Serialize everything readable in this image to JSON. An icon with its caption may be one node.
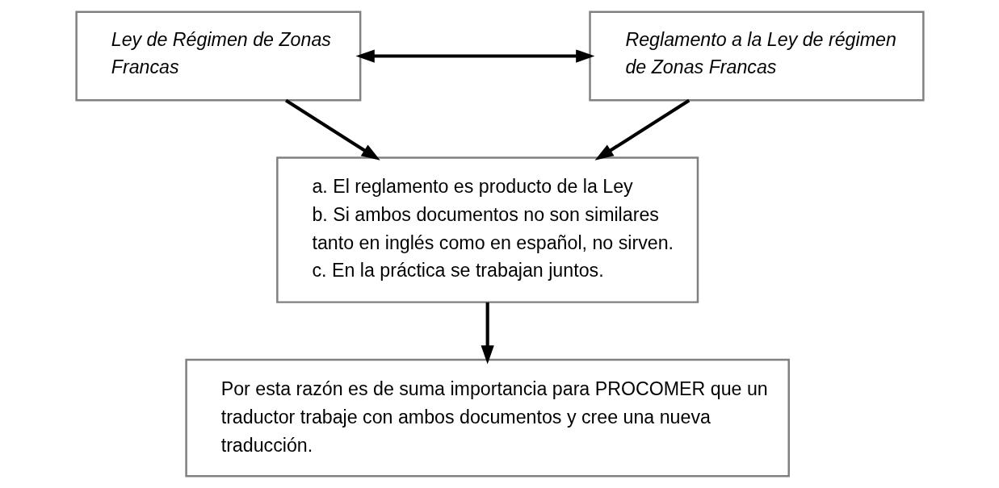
{
  "diagram": {
    "nodes": [
      {
        "text": [
          "Ley de Régimen de Zonas Francas"
        ]
      },
      {
        "text": [
          "Reglamento a la Ley de régimen de Zonas Francas"
        ]
      },
      {
        "text": [
          "a. El reglamento es producto de la Ley",
          "b. Si ambos documentos no son similares tanto en inglés como en español, no sirven.",
          "c. En la práctica se trabajan juntos."
        ]
      },
      {
        "text": [
          "Por esta razón es de suma importancia para PROCOMER que un traductor trabaje con ambos documentos y cree una nueva traducción."
        ]
      }
    ],
    "edges": [
      {
        "from": 0,
        "to": 1,
        "arrow": "both"
      },
      {
        "from": 0,
        "to": 2,
        "arrow": "to"
      },
      {
        "from": 1,
        "to": 2,
        "arrow": "to"
      },
      {
        "from": 2,
        "to": 3,
        "arrow": "to"
      }
    ]
  }
}
